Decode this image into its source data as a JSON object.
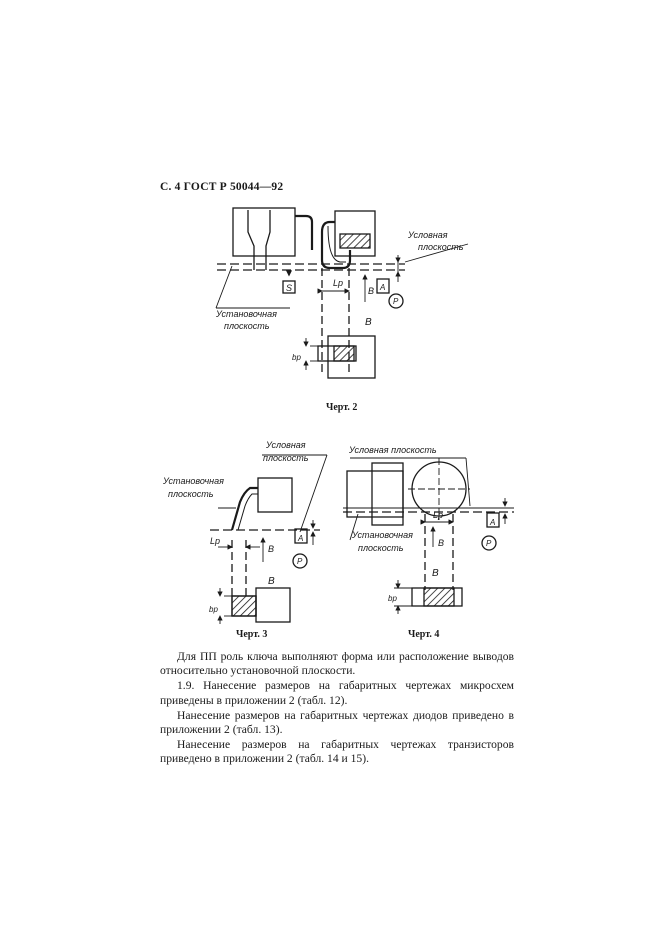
{
  "page": {
    "header": "С. 4 ГОСТ Р 50044—92"
  },
  "figures": {
    "fig2": {
      "caption": "Черт. 2",
      "label_conditional_plane": [
        "Условная",
        "плоскость"
      ],
      "label_mounting_plane": [
        "Установочная",
        "плоскость"
      ],
      "box_s": "S",
      "box_a": "A",
      "circle_p": "P",
      "dim_lp": "Lp",
      "dim_b": "B",
      "dim_bp": "bp",
      "view_b": "B"
    },
    "fig3": {
      "caption": "Черт. 3",
      "label_conditional_plane": [
        "Условная",
        "плоскость"
      ],
      "label_mounting_plane": [
        "Установочная",
        "плоскость"
      ],
      "dim_lp": "Lp",
      "dim_b": "B",
      "box_a": "A",
      "circle_p": "P",
      "view_b": "B",
      "dim_bp": "bp"
    },
    "fig4": {
      "caption": "Черт. 4",
      "label_conditional_plane": "Условная плоскость",
      "label_mounting_plane": [
        "Установочная",
        "плоскость"
      ],
      "dim_lp": "Lp",
      "dim_b": "B",
      "box_a": "A",
      "circle_p": "P",
      "view_b": "B",
      "dim_bp": "bp"
    }
  },
  "text": {
    "p1": "Для ПП роль ключа выполняют форма или расположение выводов относительно установочной плоскости.",
    "p2": "1.9. Нанесение размеров на габаритных чертежах микросхем приведены в приложении 2 (табл. 12).",
    "p3": "Нанесение размеров на габаритных чертежах диодов приведено в приложении 2 (табл. 13).",
    "p4": "Нанесение размеров на габаритных чертежах транзисторов приведено в приложении 2 (табл. 14 и 15)."
  }
}
